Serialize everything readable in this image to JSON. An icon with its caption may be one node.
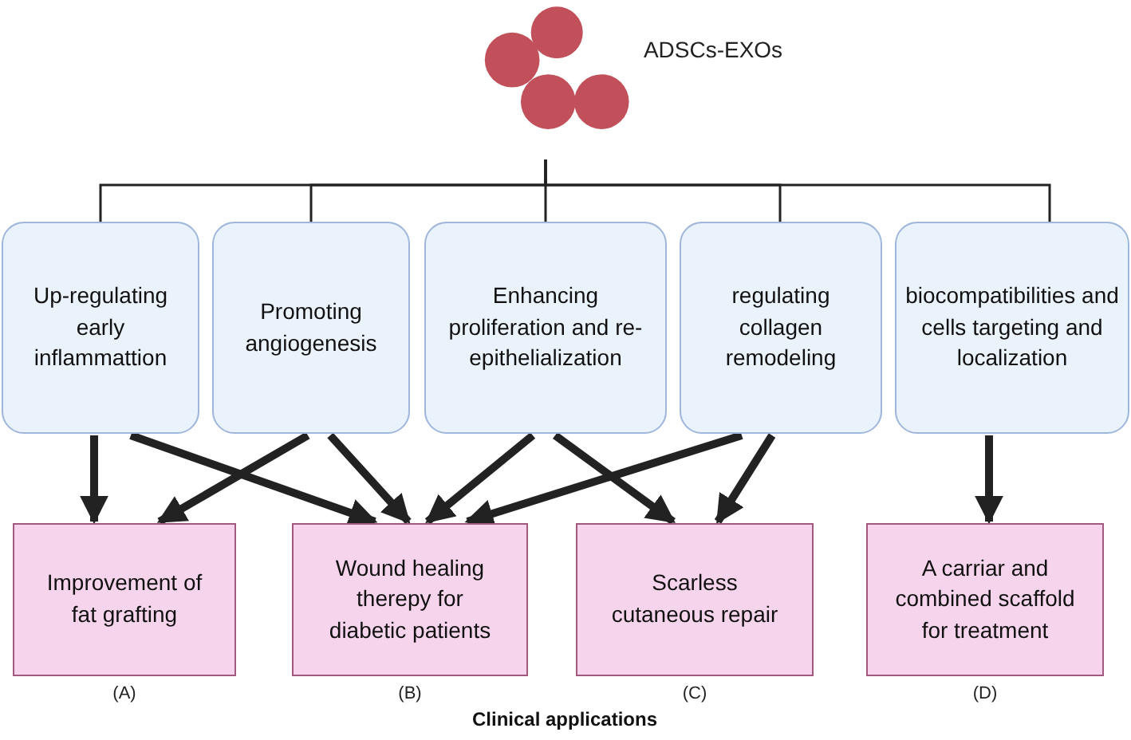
{
  "diagram": {
    "caption": "Clinical applications",
    "nodes": [
      {
        "text": [],
        "shape": "picture",
        "beside": [
          "ADSCs-EXOs"
        ]
      },
      {
        "text": [
          "Up-regulating early inflammattion"
        ]
      },
      {
        "text": [
          "Promoting angiogenesis"
        ]
      },
      {
        "text": [
          "Enhancing proliferation and re-epithelialization"
        ]
      },
      {
        "text": [
          "regulating collagen remodeling"
        ]
      },
      {
        "text": [
          "biocompatibilities and cells targeting and localization"
        ]
      },
      {
        "text": [
          "Improvement of fat grafting"
        ],
        "beside": [
          "(A)"
        ]
      },
      {
        "text": [
          "Wound healing therepy for diabetic patients"
        ],
        "beside": [
          "(B)"
        ]
      },
      {
        "text": [
          "Scarless cutaneous repair"
        ],
        "beside": [
          "(C)"
        ]
      },
      {
        "text": [
          "A carriar and combined scaffold for treatment"
        ],
        "beside": [
          "(D)"
        ]
      }
    ],
    "edges": [
      {
        "from": 0,
        "to": 1,
        "arrow": "none"
      },
      {
        "from": 0,
        "to": 2,
        "arrow": "none"
      },
      {
        "from": 0,
        "to": 3,
        "arrow": "none"
      },
      {
        "from": 0,
        "to": 4,
        "arrow": "none"
      },
      {
        "from": 0,
        "to": 5,
        "arrow": "none"
      },
      {
        "from": 1,
        "to": 6,
        "arrow": "to"
      },
      {
        "from": 1,
        "to": 7,
        "arrow": "to"
      },
      {
        "from": 2,
        "to": 6,
        "arrow": "to"
      },
      {
        "from": 2,
        "to": 7,
        "arrow": "to"
      },
      {
        "from": 3,
        "to": 7,
        "arrow": "to"
      },
      {
        "from": 3,
        "to": 8,
        "arrow": "to"
      },
      {
        "from": 4,
        "to": 7,
        "arrow": "to"
      },
      {
        "from": 4,
        "to": 8,
        "arrow": "to"
      },
      {
        "from": 5,
        "to": 9,
        "arrow": "to"
      }
    ]
  }
}
